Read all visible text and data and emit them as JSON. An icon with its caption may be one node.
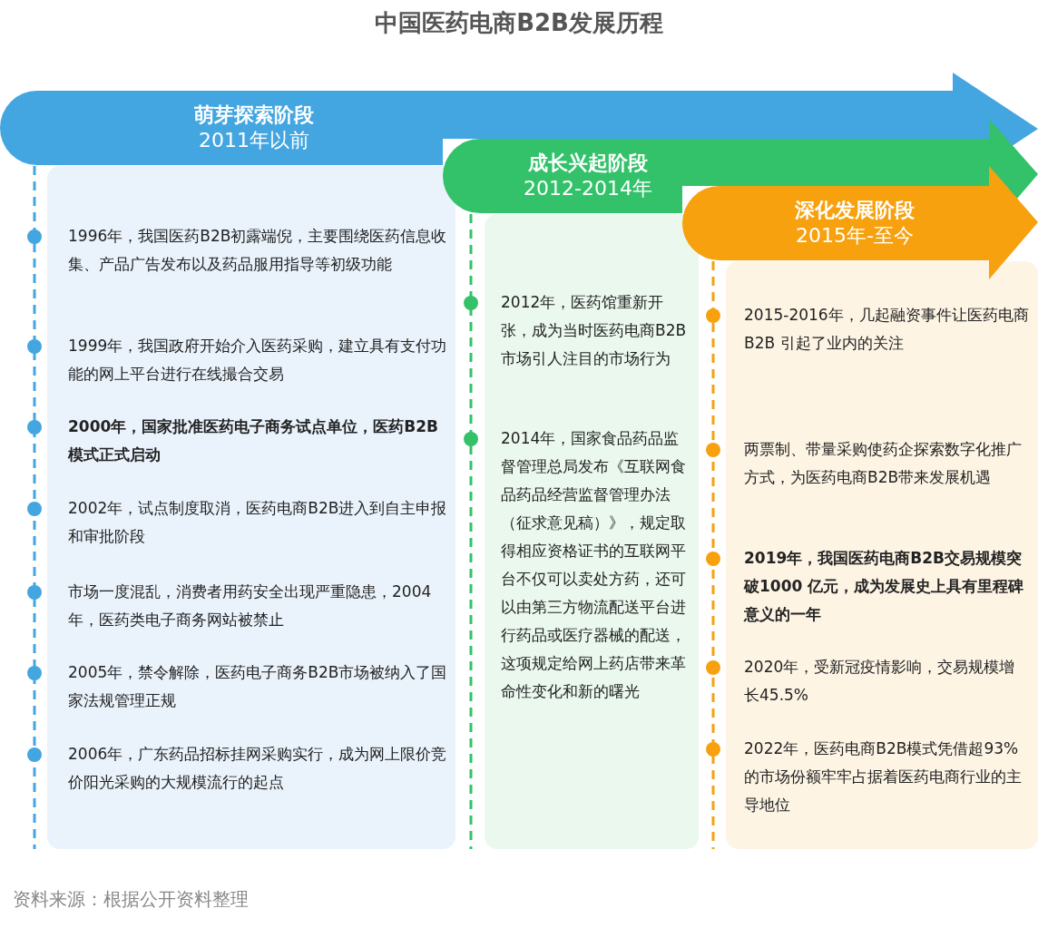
{
  "diagram": {
    "title": "中国医药电商B2B发展历程",
    "caption": "资料来源：根据公开资料整理",
    "nodes": [
      {
        "text": [
          "萌芽探索阶段",
          "2011年以前"
        ]
      },
      {
        "text": [],
        "shape": "box"
      },
      {
        "text": [
          "1996年，我国医药B2B初露端倪，主要围绕医药信息收集、产品广告发布以及药品服用指导等初级功能"
        ],
        "in": 1
      },
      {
        "text": [
          "1999年，我国政府开始介入医药采购，建立具有支付功能的网上平台进行在线撮合交易"
        ],
        "in": 1
      },
      {
        "text": [
          "2000年，国家批准医药电子商务试点单位，医药B2B模式正式启动"
        ],
        "in": 1
      },
      {
        "text": [
          "2002年，试点制度取消，医药电商B2B进入到自主申报和审批阶段"
        ],
        "in": 1
      },
      {
        "text": [
          "市场一度混乱，消费者用药安全出现严重隐患，2004年，医药类电子商务网站被禁止"
        ],
        "in": 1
      },
      {
        "text": [
          "2005年，禁令解除，医药电子商务B2B市场被纳入了国家法规管理正规"
        ],
        "in": 1
      },
      {
        "text": [
          "2006年，广东药品招标挂网采购实行，成为网上限价竞价阳光采购的大规模流行的起点"
        ],
        "in": 1
      },
      {
        "text": [
          "成长兴起阶段",
          "2012-2014年"
        ]
      },
      {
        "text": [],
        "shape": "box"
      },
      {
        "text": [
          "2012年，医药馆重新开张，成为当时医药电商B2B市场引人注目的市场行为"
        ],
        "in": 10
      },
      {
        "text": [
          "2014年，国家食品药品监督管理总局发布《互联网食品药品经营监督管理办法（征求意见稿）》，规定取得相应资格证书的互联网平台不仅可以卖处方药，还可以由第三方物流配送平台进行药品或医疗器械的配送，这项规定给网上药店带来革命性变化和新的曙光"
        ],
        "in": 10
      },
      {
        "text": [
          "深化发展阶段",
          "2015年-至今"
        ]
      },
      {
        "text": [],
        "shape": "box"
      },
      {
        "text": [
          "2015-2016年，几起融资事件让医药电商 B2B 引起了业内的关注"
        ],
        "in": 14
      },
      {
        "text": [
          "两票制、带量采购使药企探索数字化推广方式，为医药电商B2B带来发展机遇"
        ],
        "in": 14
      },
      {
        "text": [
          "2019年，我国医药电商B2B交易规模突破1000 亿元，成为发展史上具有里程碑意义的一年"
        ],
        "in": 14
      },
      {
        "text": [
          "2020年，受新冠疫情影响，交易规模增长45.5%"
        ],
        "in": 14
      },
      {
        "text": [
          "2022年，医药电商B2B模式凭借超93%的市场份额牢牢占据着医药电商行业的主导地位"
        ],
        "in": 14
      }
    ]
  }
}
